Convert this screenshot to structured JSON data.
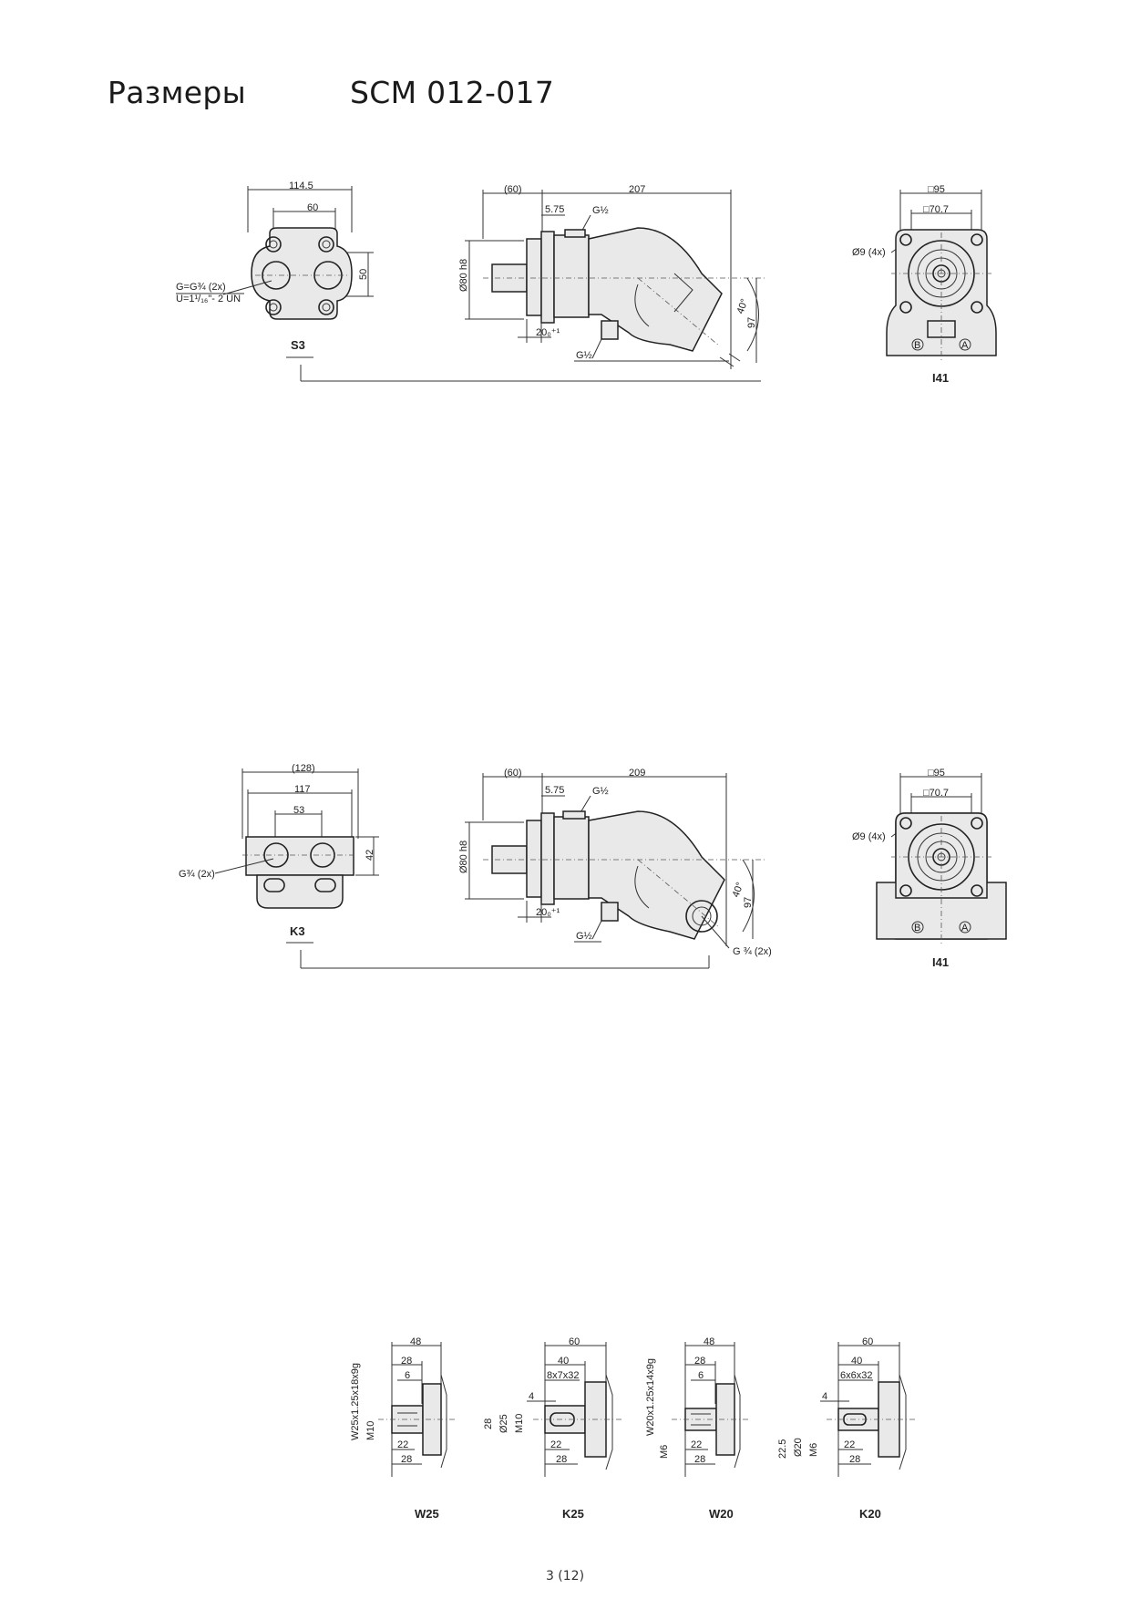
{
  "header": {
    "section": "Размеры",
    "model": "SCM 012-017"
  },
  "fig1": {
    "left": {
      "w_total": "114.5",
      "w_holes": "60",
      "h_holes": "50",
      "port_a": "G=G¾ (2x)",
      "port_b": "U=1¹/₁₆\"- 2 UN",
      "label": "S3"
    },
    "side": {
      "d_60": "(60)",
      "d_207": "207",
      "d_575": "5.75",
      "g_top": "G½",
      "shaft": "Ø80 h8",
      "d_20": "20₀⁺¹",
      "angle": "40°",
      "d_97": "97",
      "g_bot": "G½"
    },
    "right": {
      "sq95": "□95",
      "sq707": "□70.7",
      "holes": "Ø9 (4x)",
      "label": "I41",
      "port_b": "B",
      "port_a": "A"
    }
  },
  "fig2": {
    "left": {
      "w_total": "(128)",
      "w_117": "117",
      "w_holes": "53",
      "h_holes": "42",
      "port": "G¾ (2x)",
      "label": "K3"
    },
    "side": {
      "d_60": "(60)",
      "d_209": "209",
      "d_575": "5.75",
      "g_top": "G½",
      "shaft": "Ø80 h8",
      "d_20": "20₀⁺¹",
      "angle": "40°",
      "d_97": "97",
      "g_bot": "G½",
      "g_port": "G ¾ (2x)"
    },
    "right": {
      "sq95": "□95",
      "sq707": "□70.7",
      "holes": "Ø9 (4x)",
      "label": "I41",
      "port_b": "B",
      "port_a": "A"
    }
  },
  "shafts": [
    {
      "label": "W25",
      "d_total": "48",
      "d_28": "28",
      "d_6": "6",
      "spline": "W25x1.25x18x9g",
      "thread": "M10",
      "d_22": "22",
      "d_28b": "28"
    },
    {
      "label": "K25",
      "d_total": "60",
      "d_40": "40",
      "key": "8x7x32",
      "d_4": "4",
      "d_28v": "28",
      "dia": "Ø25",
      "thread": "M10",
      "d_22": "22",
      "d_28b": "28"
    },
    {
      "label": "W20",
      "d_total": "48",
      "d_28": "28",
      "d_6": "6",
      "spline": "W20x1.25x14x9g",
      "thread": "M6",
      "d_22": "22",
      "d_28b": "28"
    },
    {
      "label": "K20",
      "d_total": "60",
      "d_40": "40",
      "key": "6x6x32",
      "d_4": "4",
      "d_225": "22.5",
      "dia": "Ø20",
      "thread": "M6",
      "d_22": "22",
      "d_28b": "28"
    }
  ],
  "footer": {
    "page": "3 (12)"
  }
}
